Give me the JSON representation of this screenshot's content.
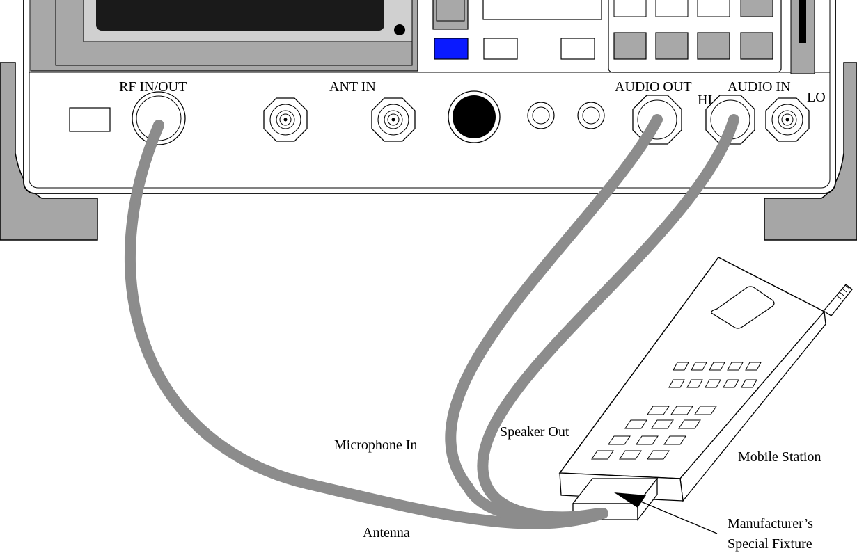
{
  "front_panel": {
    "ports": {
      "rf_in_out": "RF IN/OUT",
      "ant_in": "ANT IN",
      "audio_out": "AUDIO OUT",
      "audio_in": "AUDIO IN",
      "audio_in_hi": "HI",
      "audio_in_lo": "LO"
    }
  },
  "cables": {
    "antenna": "Antenna",
    "microphone_in": "Microphone In",
    "speaker_out": "Speaker Out"
  },
  "device": {
    "mobile_station": "Mobile Station",
    "fixture_line1": "Manufacturer’s",
    "fixture_line2": "Special Fixture"
  },
  "colors": {
    "cable": "#8c8c8c",
    "panel_gray": "#a8a8a8",
    "display": "#1a1a1a",
    "blue_key": "#0a1aff"
  }
}
